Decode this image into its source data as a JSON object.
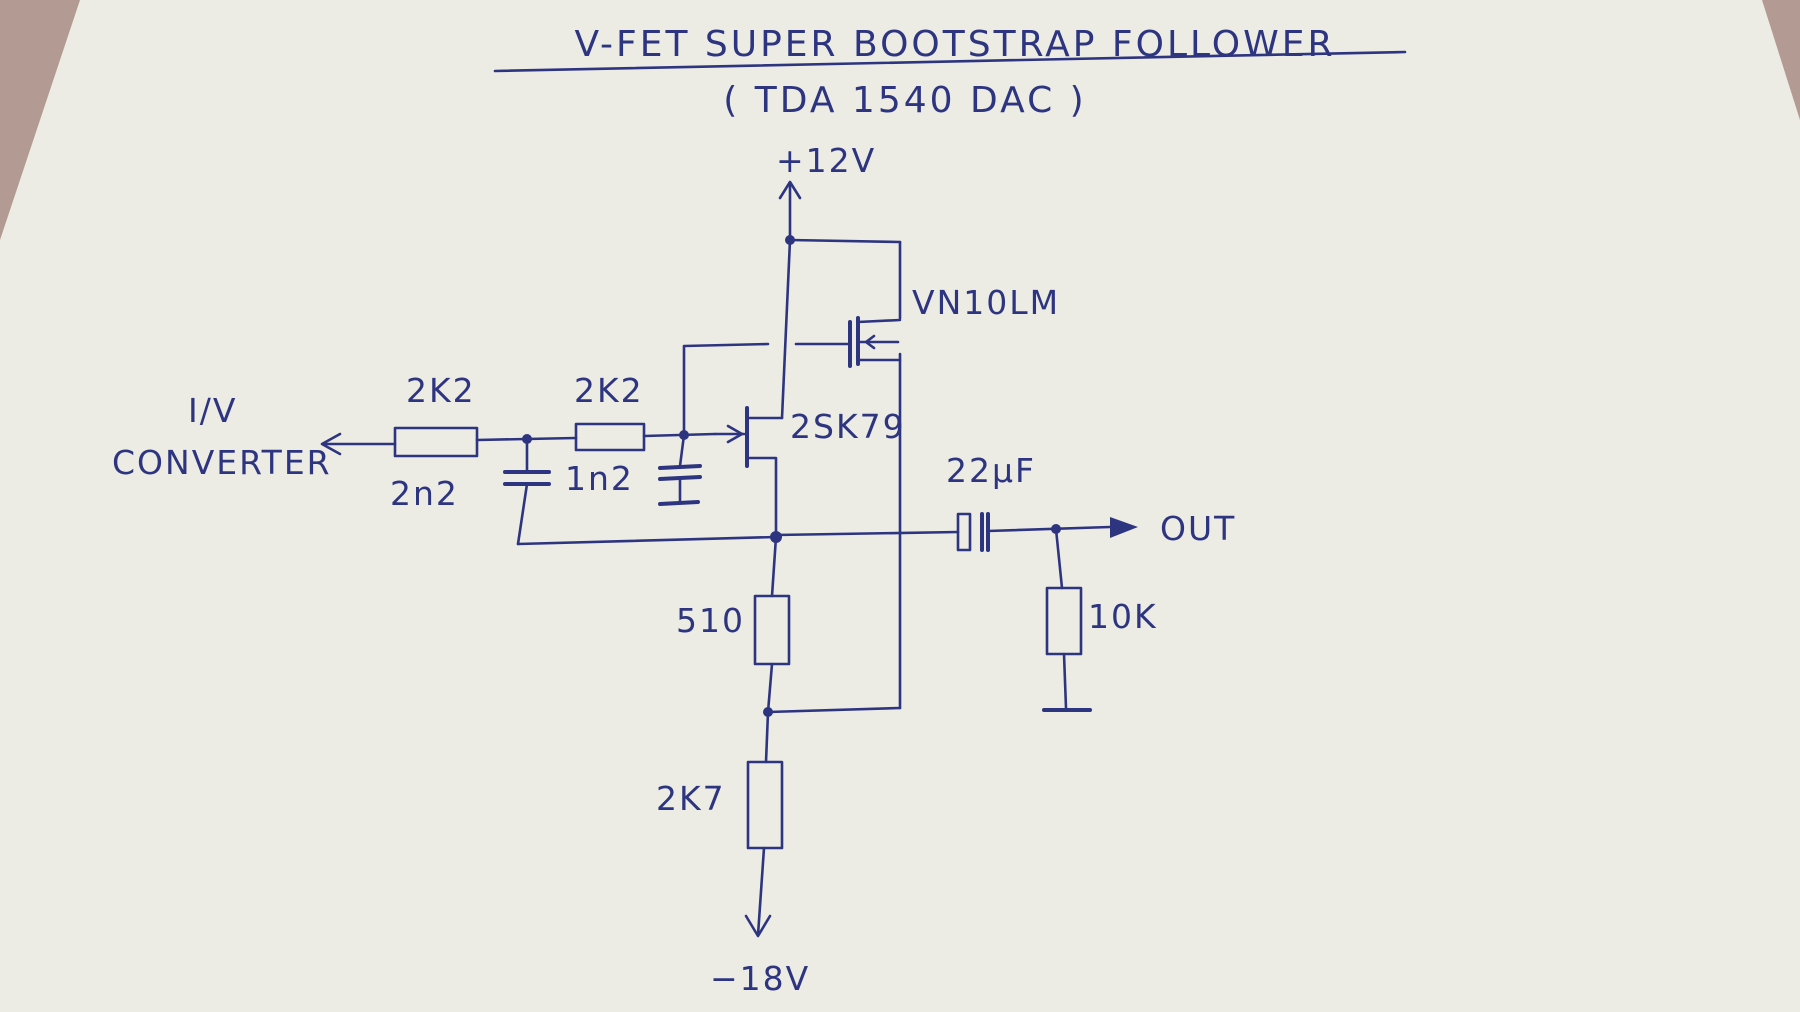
{
  "title": "V-FET SUPER BOOTSTRAP FOLLOWER",
  "subtitle": "( TDA 1540 DAC )",
  "supply_positive": "+12V",
  "supply_negative": "−18V",
  "input_label_line1": "I/V",
  "input_label_line2": "CONVERTER",
  "output_label": "OUT",
  "components": {
    "r_in1": "2K2",
    "r_in2": "2K2",
    "c_in1": "2n2",
    "c_in2": "1n2",
    "q_vfet": "VN10LM",
    "q_jfet": "2SK79",
    "c_out": "22μF",
    "r_load": "10K",
    "r_source": "510",
    "r_bias": "2K7"
  },
  "colors": {
    "ink": "#2e3580",
    "paper": "#ecebe4",
    "tablecloth": "#b39a92"
  }
}
